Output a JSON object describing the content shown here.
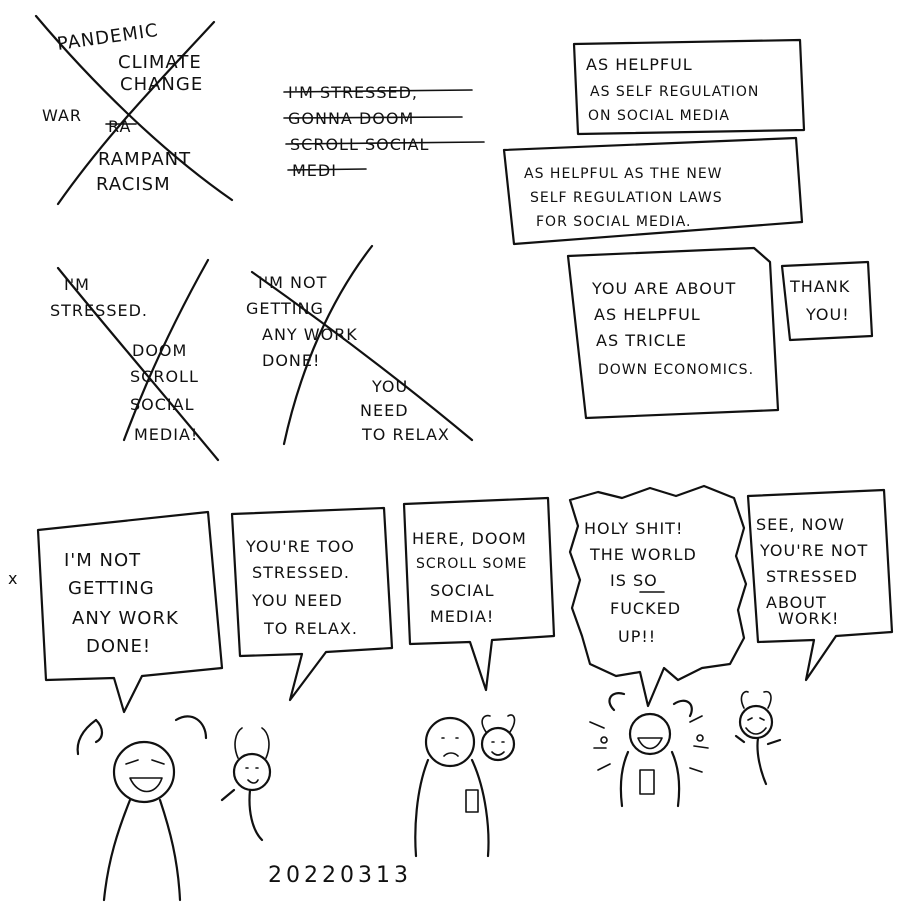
{
  "sketch1": {
    "words": [
      "PANDEMIC",
      "CLIMATE",
      "CHANGE",
      "WAR",
      "RA",
      "RAMPANT",
      "RACISM"
    ]
  },
  "sketch2": {
    "lines": [
      "I'M STRESSED,",
      "GONNA DOOM",
      "SCROLL SOCIAL",
      "MEDI"
    ]
  },
  "sketch3": {
    "box1": [
      "AS HELPFUL",
      "AS SELF REGULATION",
      "ON SOCIAL MEDIA"
    ],
    "box2": [
      "AS HELPFUL AS THE NEW",
      "SELF REGULATION LAWS",
      "FOR SOCIAL MEDIA."
    ]
  },
  "sketch4": {
    "lines": [
      "I'M",
      "STRESSED.",
      "DOOM",
      "SCROLL",
      "SOCIAL",
      "MEDIA!"
    ]
  },
  "sketch5": {
    "lines": [
      "I'M NOT",
      "GETTING",
      "ANY WORK",
      "DONE!",
      "YOU",
      "NEED",
      "TO RELAX"
    ]
  },
  "sketch6": {
    "box1": [
      "YOU ARE ABOUT",
      "AS HELPFUL",
      "AS TRICLE",
      "DOWN ECONOMICS."
    ],
    "box2": [
      "THANK",
      "YOU!"
    ]
  },
  "strip": {
    "panels": [
      {
        "lines": [
          "I'M NOT",
          "GETTING",
          "ANY WORK",
          "DONE!"
        ]
      },
      {
        "lines": [
          "YOU'RE TOO",
          "STRESSED.",
          "YOU NEED",
          "TO RELAX."
        ]
      },
      {
        "lines": [
          "HERE, DOOM",
          "SCROLL SOME",
          "SOCIAL",
          "MEDIA!"
        ]
      },
      {
        "lines": [
          "HOLY SHIT!",
          "THE WORLD",
          "IS SO",
          "FUCKED",
          "UP!!"
        ]
      },
      {
        "lines": [
          "SEE, NOW",
          "YOU'RE NOT",
          "STRESSED",
          "ABOUT",
          "WORK!"
        ]
      }
    ]
  },
  "date": "20220313",
  "margin_mark": "x"
}
